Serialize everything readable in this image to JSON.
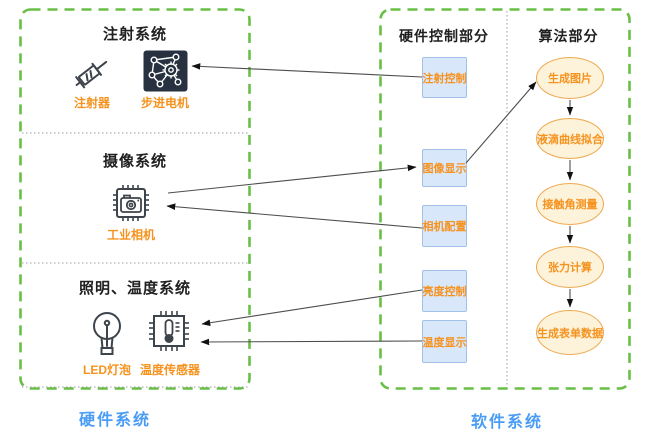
{
  "hardware_panel": {
    "footer": "硬件系统",
    "sections": [
      {
        "title": "注射系统",
        "components": [
          {
            "label": "注射器",
            "icon": "syringe-icon"
          },
          {
            "label": "步进电机",
            "icon": "stepper-motor-icon"
          }
        ]
      },
      {
        "title": "摄像系统",
        "components": [
          {
            "label": "工业相机",
            "icon": "industrial-camera-icon"
          }
        ]
      },
      {
        "title": "照明、温度系统",
        "components": [
          {
            "label": "LED灯泡",
            "icon": "led-bulb-icon"
          },
          {
            "label": "温度传感器",
            "icon": "temperature-sensor-icon"
          }
        ]
      }
    ]
  },
  "software_panel": {
    "footer": "软件系统",
    "hardware_control": {
      "title": "硬件控制部分",
      "nodes": [
        "注射控制",
        "图像显示",
        "相机配置",
        "亮度控制",
        "温度显示"
      ]
    },
    "algorithm": {
      "title": "算法部分",
      "nodes": [
        "生成图片",
        "液滴曲线拟合",
        "接触角测量",
        "张力计算",
        "生成表单数据"
      ]
    }
  },
  "connections": [
    {
      "from": "注射控制",
      "to": "步进电机"
    },
    {
      "from": "工业相机",
      "to": "图像显示"
    },
    {
      "from": "相机配置",
      "to": "工业相机"
    },
    {
      "from": "图像显示",
      "to": "生成图片"
    },
    {
      "from": "亮度控制",
      "to": "温度传感器"
    },
    {
      "from": "温度显示",
      "to": "温度传感器"
    },
    {
      "from": "生成图片",
      "to": "液滴曲线拟合"
    },
    {
      "from": "液滴曲线拟合",
      "to": "接触角测量"
    },
    {
      "from": "接触角测量",
      "to": "张力计算"
    },
    {
      "from": "张力计算",
      "to": "生成表单数据"
    }
  ],
  "colors": {
    "panel_border_green": "#68bf45",
    "control_node_fill": "#d9e7fb",
    "control_node_border": "#a3c1e6",
    "algo_node_fill": "#fcf3da",
    "algo_node_border": "#eea84f",
    "node_text_orange": "#f6921e",
    "footer_blue": "#4b9cf5",
    "arrow": "#4d4d4d"
  }
}
